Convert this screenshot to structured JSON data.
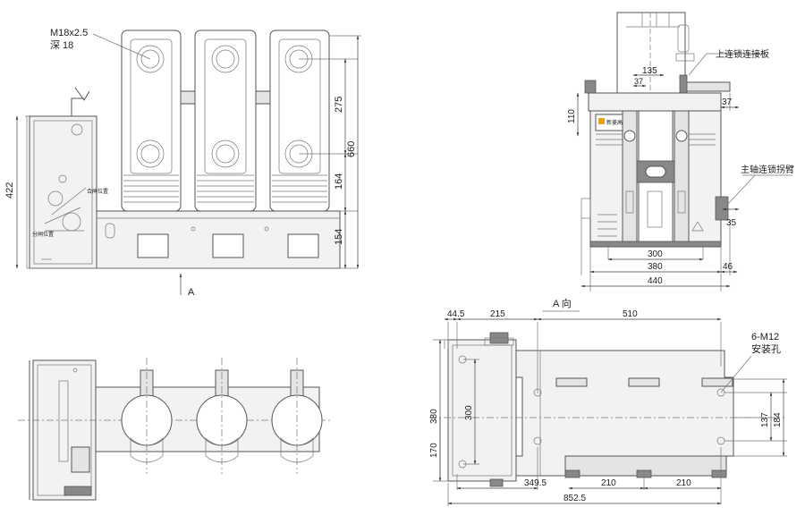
{
  "labels": {
    "thread": "M18x2.5",
    "depth": "深 18",
    "close_pos": "合闸位置",
    "open_pos": "分闸位置",
    "upper_plate": "上连锁连接板",
    "shaft_arm": "主轴连锁拐臂",
    "a_mark": "A",
    "a_view": "A 向",
    "holes_count": "6-M12",
    "holes_name": "安装孔",
    "brand": "新菱高压"
  },
  "dims": {
    "front": {
      "d422": "422",
      "d275": "275",
      "d660": "660",
      "d164": "164",
      "d154": "154"
    },
    "side": {
      "d135": "135",
      "d37a": "37",
      "d37b": "37",
      "d110": "110",
      "d35": "35",
      "d300": "300",
      "d380": "380",
      "d46": "46",
      "d440": "440"
    },
    "plan": {
      "d44_5": "44.5",
      "d215": "215",
      "d510": "510",
      "d380": "380",
      "d300": "300",
      "d170": "170",
      "d137": "137",
      "d184": "184",
      "d349_5": "349.5",
      "d210a": "210",
      "d210b": "210",
      "d852_5": "852.5"
    }
  }
}
